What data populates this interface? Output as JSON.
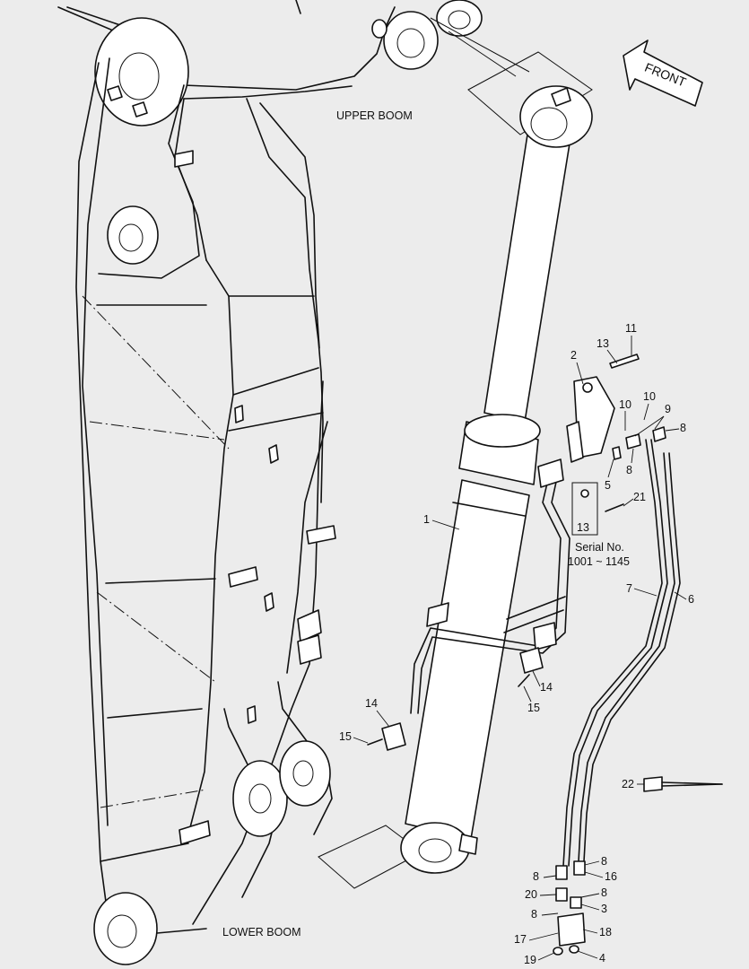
{
  "labels": {
    "upper_boom": "UPPER BOOM",
    "lower_boom": "LOWER BOOM",
    "front": "FRONT",
    "serial_title": "Serial No.",
    "serial_range": "1001 ~ 1145"
  },
  "callouts": {
    "c1": "1",
    "c2": "2",
    "c3": "3",
    "c4": "4",
    "c5": "5",
    "c6": "6",
    "c7": "7",
    "c8a": "8",
    "c8b": "8",
    "c8c": "8",
    "c8d": "8",
    "c8e": "8",
    "c8f": "8",
    "c9": "9",
    "c10a": "10",
    "c10b": "10",
    "c11": "11",
    "c13a": "13",
    "c13b": "13",
    "c14a": "14",
    "c14b": "14",
    "c15a": "15",
    "c15b": "15",
    "c16": "16",
    "c17": "17",
    "c18": "18",
    "c19": "19",
    "c20": "20",
    "c21": "21",
    "c22": "22"
  }
}
